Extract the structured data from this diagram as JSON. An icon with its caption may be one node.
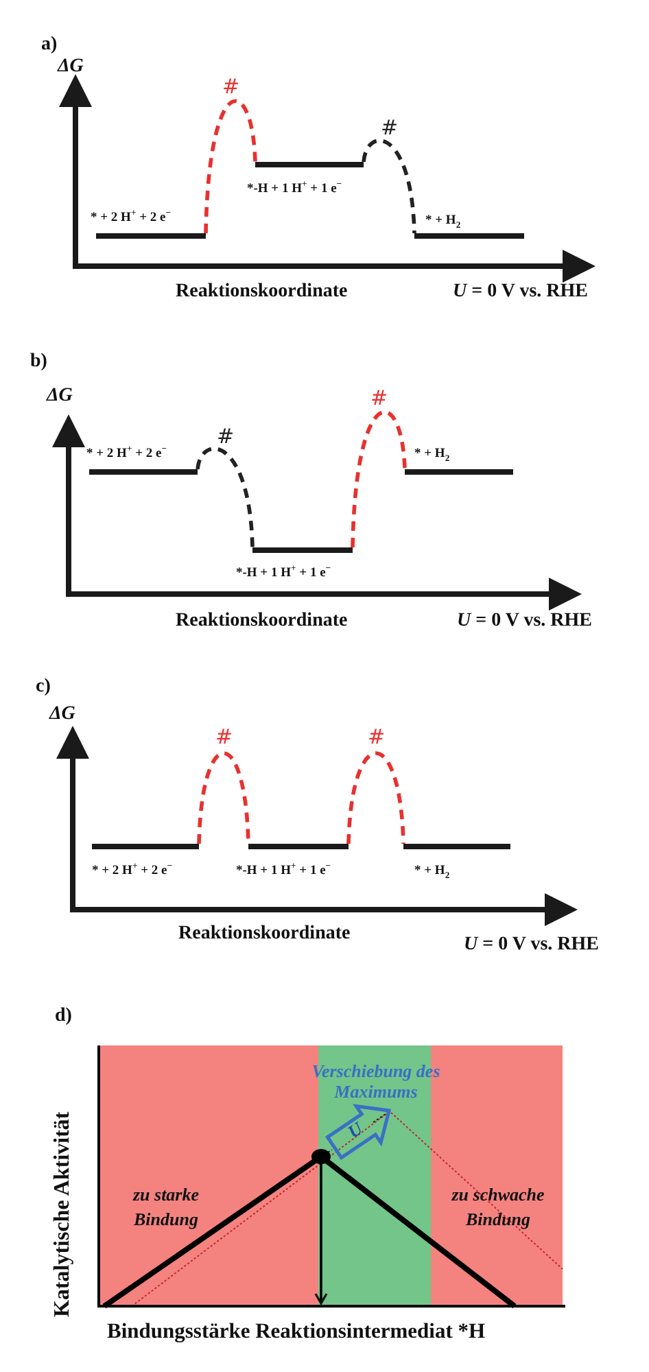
{
  "diagram": {
    "nodes": [
      {
        "text": [],
        "shape": "bar",
        "beside": [
          "* + 2 H$^{+}$ + 2 e$^{−}$"
        ]
      },
      {
        "text": [],
        "shape": "bar",
        "beside": [
          "*-H + 1 H$^{+}$ + 1 e$^{−}$"
        ]
      },
      {
        "text": [],
        "shape": "bar",
        "beside": [
          "* + H$_{2}$"
        ]
      },
      {
        "text": [],
        "shape": "bar",
        "beside": [
          "* + 2 H$^{+}$ + 2 e$^{−}$"
        ]
      },
      {
        "text": [],
        "shape": "bar",
        "beside": [
          "*-H + 1 H$^{+}$ + 1 e$^{−}$"
        ]
      },
      {
        "text": [],
        "shape": "bar",
        "beside": [
          "* + H$_{2}$"
        ]
      },
      {
        "text": [],
        "shape": "bar",
        "beside": [
          "* + 2 H$^{+}$ + 2 e$^{−}$"
        ]
      },
      {
        "text": [],
        "shape": "bar",
        "beside": [
          "*-H + 1 H$^{+}$ + 1 e$^{−}$"
        ]
      },
      {
        "text": [],
        "shape": "bar",
        "beside": [
          "* + H$_{2}$"
        ]
      }
    ],
    "edges": [
      {
        "from": 0,
        "to": 1,
        "arrow": "none",
        "label": "#"
      },
      {
        "from": 1,
        "to": 2,
        "arrow": "none",
        "label": "#",
        "color": "#222222"
      },
      {
        "from": 3,
        "to": 4,
        "arrow": "none",
        "label": "#",
        "color": "#222222"
      },
      {
        "from": 4,
        "to": 5,
        "arrow": "none",
        "label": "#"
      },
      {
        "from": 6,
        "to": 7,
        "arrow": "none",
        "label": "#"
      },
      {
        "from": 7,
        "to": 8,
        "arrow": "none",
        "label": "#"
      }
    ],
    "labels": [
      "a)",
      "ΔG",
      "Reaktionskoordinate",
      "*U* = 0 V vs. RHE",
      "b)",
      "ΔG",
      "Reaktionskoordinate",
      "*U* = 0 V vs. RHE",
      "c)",
      "ΔG",
      "Reaktionskoordinate",
      "*U* = 0 V vs. RHE",
      "d)",
      "Katalytische Aktivität",
      "Verschiebung des Maximums",
      "U",
      "zu starke Bindung",
      "zu schwache Bindung",
      "Bindungsstärke Reaktionsintermediat *H"
    ]
  }
}
